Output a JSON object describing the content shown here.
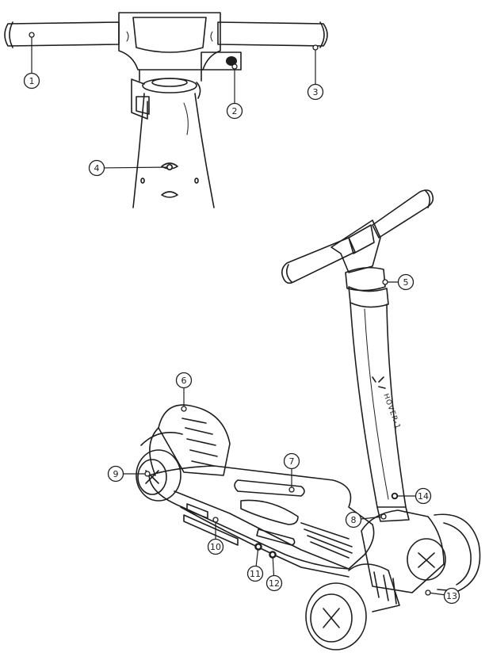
{
  "brand_text": "HOVER-1",
  "callouts": [
    {
      "num": "1"
    },
    {
      "num": "2"
    },
    {
      "num": "3"
    },
    {
      "num": "4"
    },
    {
      "num": "5"
    },
    {
      "num": "6"
    },
    {
      "num": "7"
    },
    {
      "num": "8"
    },
    {
      "num": "9"
    },
    {
      "num": "10"
    },
    {
      "num": "11"
    },
    {
      "num": "12"
    },
    {
      "num": "13"
    },
    {
      "num": "14"
    }
  ]
}
